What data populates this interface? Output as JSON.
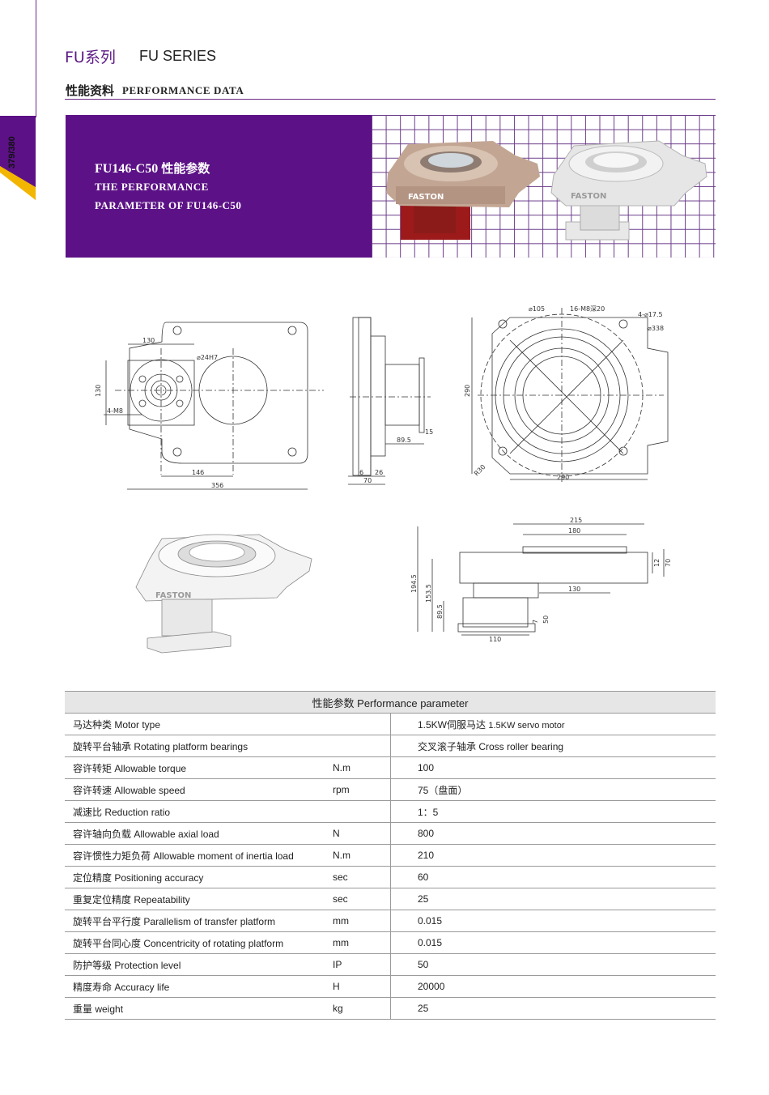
{
  "header": {
    "series_cn": "FU系列",
    "series_en": "FU SERIES",
    "page_number": "379/380",
    "section_cn": "性能资料",
    "section_en": "PERFORMANCE DATA"
  },
  "banner": {
    "title_model": "FU146-C50",
    "title_cn": "性能参数",
    "line2": "THE PERFORMANCE",
    "line3": "PARAMETER OF FU146-C50",
    "brand": "FASTON"
  },
  "drawings": {
    "front": {
      "d130_top": "130",
      "d130_side": "130",
      "bore": "⌀24H7",
      "thread": "4-M8",
      "d146": "146",
      "d356": "356"
    },
    "side": {
      "d89_5": "89.5",
      "d15": "15",
      "d6": "6",
      "d26": "26",
      "d70": "70"
    },
    "top": {
      "d105": "⌀105",
      "holes": "16-M8深20",
      "d17_5": "4-⌀17.5",
      "d338": "⌀338",
      "d290v": "290",
      "d290h": "290",
      "r30": "R30"
    },
    "section": {
      "d215": "215",
      "d180": "180",
      "d12": "12",
      "d70": "70",
      "d130": "130",
      "d194_5": "194.5",
      "d153_5": "153.5",
      "d89_5": "89.5",
      "d7": "7",
      "d50": "50",
      "d110": "110"
    }
  },
  "table": {
    "header": "性能参数 Performance parameter",
    "rows": [
      {
        "param": "马达种类 Motor type",
        "unit": "",
        "value": "1.5KW伺服马达",
        "value_small": "1.5KW servo motor"
      },
      {
        "param": "旋转平台轴承 Rotating platform bearings",
        "unit": "",
        "value": "交叉滚子轴承 Cross roller bearing"
      },
      {
        "param": "容许转矩 Allowable torque",
        "unit": "N.m",
        "value": "100"
      },
      {
        "param": "容许转速 Allowable speed",
        "unit": "rpm",
        "value": "75（盘面）"
      },
      {
        "param": "减速比 Reduction ratio",
        "unit": "",
        "value": "1：5"
      },
      {
        "param": "容许轴向负载 Allowable axial load",
        "unit": "N",
        "value": "800"
      },
      {
        "param": "容许惯性力矩负荷 Allowable moment of inertia load",
        "unit": "N.m",
        "value": "210"
      },
      {
        "param": "定位精度 Positioning accuracy",
        "unit": "sec",
        "value": "60"
      },
      {
        "param": "重复定位精度 Repeatability",
        "unit": "sec",
        "value": "25"
      },
      {
        "param": "旋转平台平行度 Parallelism of transfer platform",
        "unit": "mm",
        "value": "0.015"
      },
      {
        "param": "旋转平台同心度 Concentricity of rotating platform",
        "unit": "mm",
        "value": "0.015"
      },
      {
        "param": "防护等级 Protection level",
        "unit": "IP",
        "value": "50"
      },
      {
        "param": "精度寿命 Accuracy life",
        "unit": "H",
        "value": "20000"
      },
      {
        "param": "重量 weight",
        "unit": "kg",
        "value": "25"
      }
    ]
  },
  "colors": {
    "purple": "#5c1286",
    "accent_yellow": "#f2b500",
    "grid": "#6a3a8a"
  }
}
